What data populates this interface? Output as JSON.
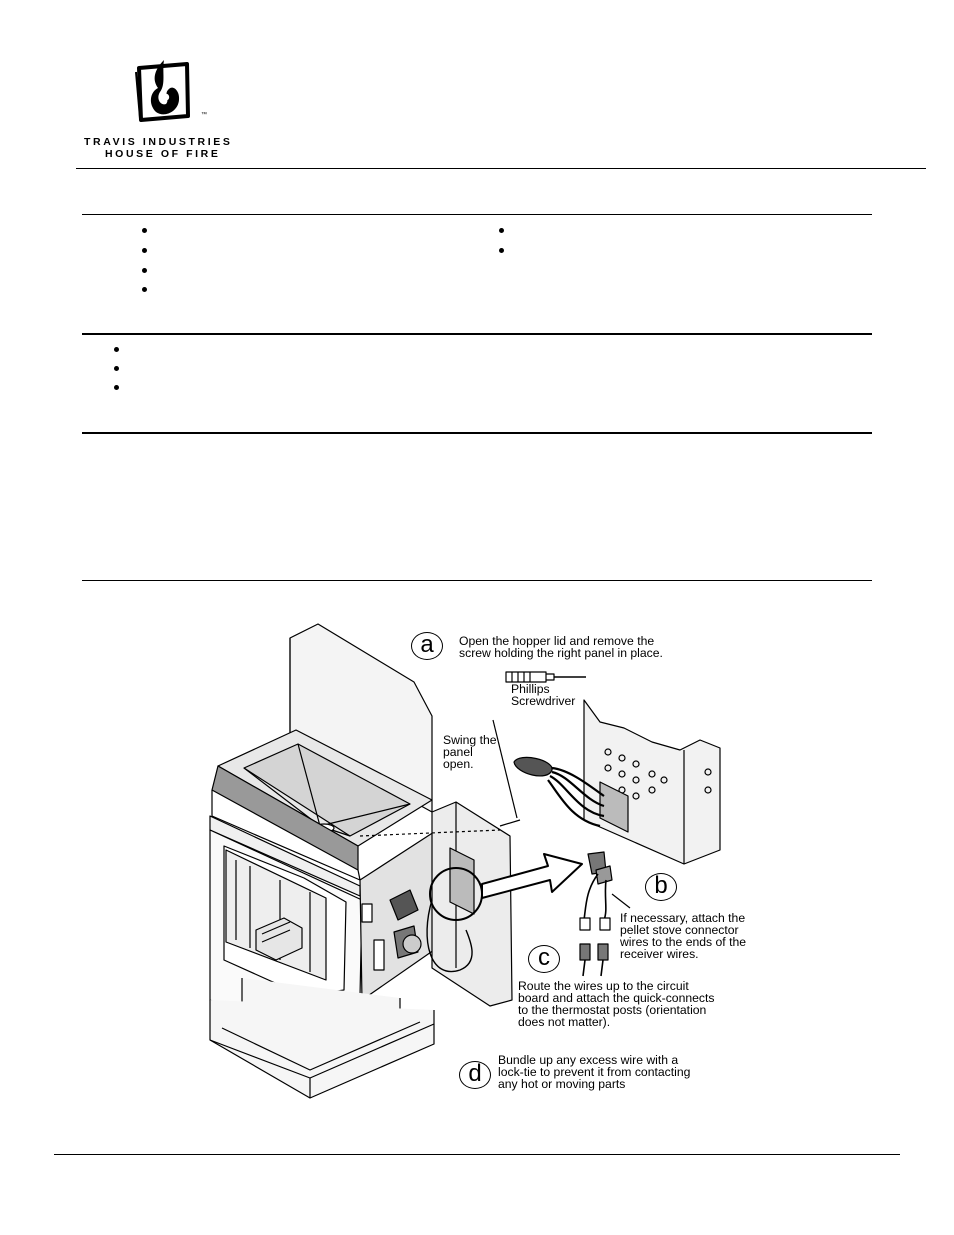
{
  "brand": {
    "line1": "TRAVIS INDUSTRIES",
    "line2": "HOUSE OF FIRE",
    "trademark": "™"
  },
  "diagram": {
    "steps": [
      {
        "letter": "a",
        "lines": [
          "Open the hopper lid and remove the",
          "screw holding the right panel in place."
        ]
      },
      {
        "letter": "b",
        "lines": [
          "If necessary, attach the",
          "pellet stove connector",
          "wires to the ends of the",
          "receiver wires."
        ]
      },
      {
        "letter": "c",
        "lines": [
          "Route the wires up to the circuit",
          "board and attach the quick-connects",
          "to the thermostat posts  (orientation",
          "does not matter)."
        ]
      },
      {
        "letter": "d",
        "lines": [
          "Bundle up any excess wire with a",
          "lock-tie to prevent it from contacting",
          "any hot or moving parts"
        ]
      }
    ],
    "tool_label": [
      "Phillips",
      "Screwdriver"
    ],
    "panel_label": [
      "Swing the",
      "panel",
      "open."
    ]
  }
}
